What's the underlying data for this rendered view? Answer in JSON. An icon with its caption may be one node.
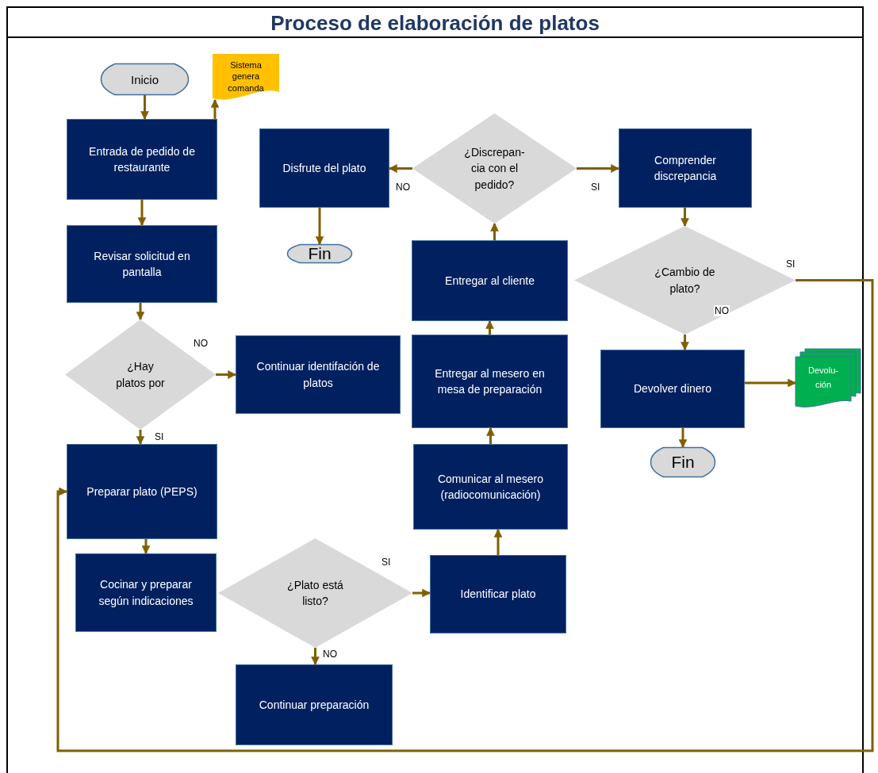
{
  "diagram": {
    "title": "Proceso de elaboración de platos",
    "nodes": [
      {
        "text": [
          "Inicio"
        ]
      },
      {
        "text": [
          "Sistema genera comanda"
        ]
      },
      {
        "text": [
          "Entrada de pedido de restaurante"
        ]
      },
      {
        "text": [
          "Disfrute del plato"
        ]
      },
      {
        "text": [
          "¿Discrepan- cia con el pedido?"
        ]
      },
      {
        "text": [
          "Comprender discrepancia"
        ]
      },
      {
        "text": [
          "Fin"
        ]
      },
      {
        "text": [
          "Revisar solicitud en pantalla"
        ]
      },
      {
        "text": [
          "Entregar al cliente"
        ]
      },
      {
        "text": [
          "¿Cambio de plato?"
        ]
      },
      {
        "text": [
          "¿Hay platos por"
        ]
      },
      {
        "text": [
          "Continuar identifación de platos"
        ]
      },
      {
        "text": [
          "Entregar al mesero en mesa de preparación"
        ]
      },
      {
        "text": [
          "Devolver dinero"
        ]
      },
      {
        "text": [
          "Devolu- ción"
        ]
      },
      {
        "text": [
          "Fin"
        ]
      },
      {
        "text": [
          "Preparar plato (PEPS)"
        ]
      },
      {
        "text": [
          "Comunicar al mesero (radiocomunicación)"
        ]
      },
      {
        "text": [
          "Cocinar y preparar según indicaciones"
        ]
      },
      {
        "text": [
          "¿Plato está listo?"
        ]
      },
      {
        "text": [
          "Identificar plato"
        ]
      },
      {
        "text": [
          "Continuar preparación"
        ]
      }
    ],
    "edges": [
      {
        "from": 0,
        "to": 2,
        "arrow": "to"
      },
      {
        "from": 2,
        "to": 1,
        "arrow": "to"
      },
      {
        "from": 2,
        "to": 7,
        "arrow": "to"
      },
      {
        "from": 7,
        "to": 10,
        "arrow": "to"
      },
      {
        "from": 10,
        "to": 11,
        "arrow": "to",
        "label": "NO"
      },
      {
        "from": 10,
        "to": 16,
        "arrow": "to",
        "label": "SI"
      },
      {
        "from": 16,
        "to": 18,
        "arrow": "to"
      },
      {
        "from": 19,
        "to": 20,
        "arrow": "to",
        "label": "SI"
      },
      {
        "from": 19,
        "to": 21,
        "arrow": "to",
        "label": "NO"
      },
      {
        "from": 20,
        "to": 17,
        "arrow": "to"
      },
      {
        "from": 17,
        "to": 12,
        "arrow": "to"
      },
      {
        "from": 12,
        "to": 8,
        "arrow": "to"
      },
      {
        "from": 8,
        "to": 4,
        "arrow": "to"
      },
      {
        "from": 4,
        "to": 3,
        "arrow": "to",
        "label": "NO"
      },
      {
        "from": 4,
        "to": 5,
        "arrow": "to",
        "label": "SI"
      },
      {
        "from": 3,
        "to": 6,
        "arrow": "to"
      },
      {
        "from": 5,
        "to": 9,
        "arrow": "to"
      },
      {
        "from": 9,
        "to": 13,
        "arrow": "to",
        "label": "NO"
      },
      {
        "from": 9,
        "to": 16,
        "arrow": "to",
        "label": "SI"
      },
      {
        "from": 13,
        "to": 14,
        "arrow": "to"
      },
      {
        "from": 13,
        "to": 15,
        "arrow": "to"
      }
    ]
  }
}
